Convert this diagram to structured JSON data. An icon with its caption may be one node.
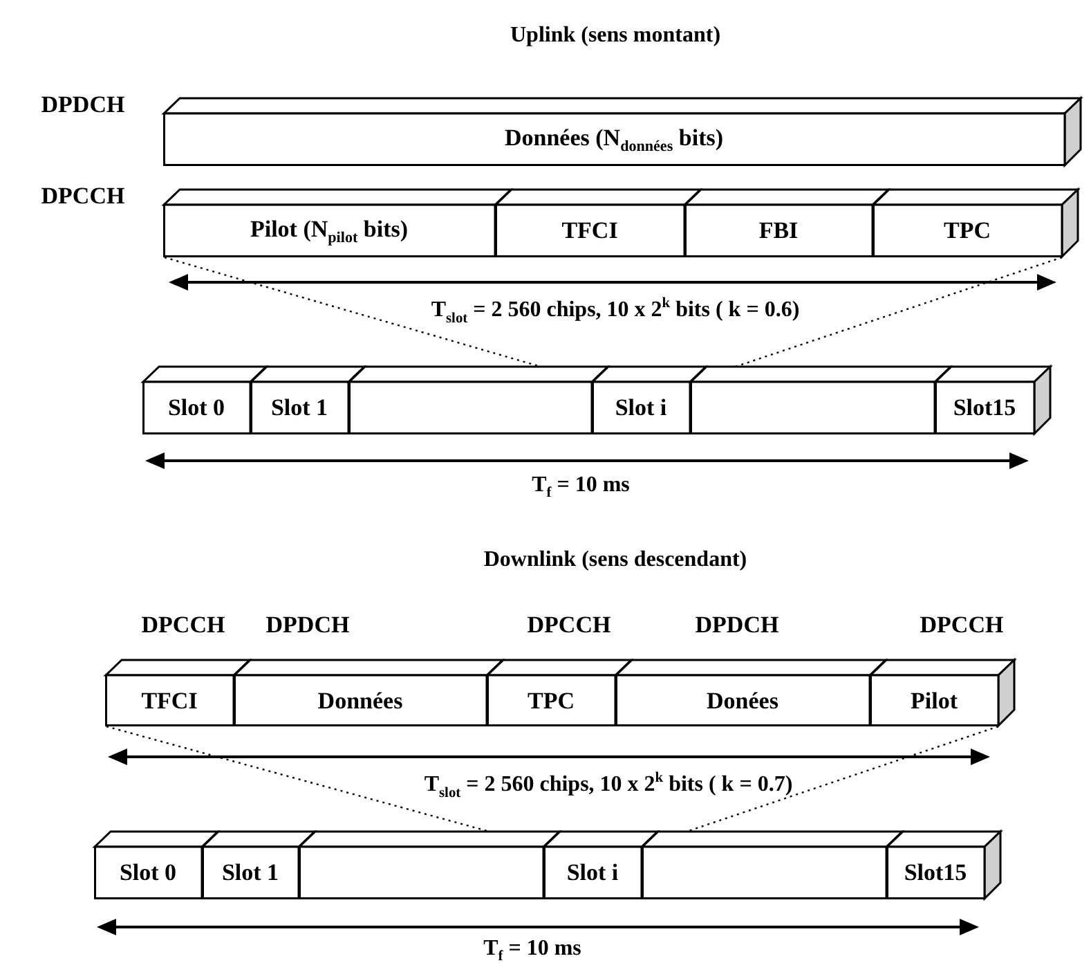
{
  "diagram": {
    "nodes": [
      {
        "text": [
          "Données (N$_{données}$ bits)"
        ]
      },
      {
        "text": [
          "Pilot (N$_{pilot}$ bits)"
        ]
      },
      {
        "text": [
          "TFCI"
        ]
      },
      {
        "text": [
          "FBI"
        ]
      },
      {
        "text": [
          "TPC"
        ]
      },
      {
        "text": [
          "Slot 0"
        ]
      },
      {
        "text": [
          "Slot 1"
        ]
      },
      {
        "text": [],
        "shape": "box"
      },
      {
        "text": [
          "Slot i"
        ]
      },
      {
        "text": [],
        "shape": "box"
      },
      {
        "text": [
          "Slot15"
        ]
      },
      {
        "text": [
          "TFCI"
        ],
        "beside": [
          "DPCCH"
        ]
      },
      {
        "text": [
          "Données"
        ],
        "beside": [
          "DPDCH"
        ]
      },
      {
        "text": [
          "TPC"
        ],
        "beside": [
          "DPCCH"
        ]
      },
      {
        "text": [
          "Donées"
        ],
        "beside": [
          "DPDCH"
        ]
      },
      {
        "text": [
          "Pilot"
        ],
        "beside": [
          "DPCCH"
        ]
      },
      {
        "text": [
          "Slot 0"
        ]
      },
      {
        "text": [
          "Slot 1"
        ]
      },
      {
        "text": [],
        "shape": "box"
      },
      {
        "text": [
          "Slot i"
        ]
      },
      {
        "text": [],
        "shape": "box"
      },
      {
        "text": [
          "Slot15"
        ]
      }
    ],
    "edges": [
      {
        "from": 1,
        "to": 8,
        "arrow": "none",
        "style": "dashed"
      },
      {
        "from": 4,
        "to": 8,
        "arrow": "none",
        "style": "dashed"
      },
      {
        "from": 11,
        "to": 19,
        "arrow": "none",
        "style": "dashed"
      },
      {
        "from": 15,
        "to": 19,
        "arrow": "none",
        "style": "dashed"
      }
    ],
    "labels": [
      "Uplink (sens montant)",
      "DPDCH",
      "DPCCH",
      "T$_{slot}$ = 2 560 chips, 10 x 2$^{k}$ bits ( k = 0.6)",
      "T$_{f}$ = 10 ms",
      "Downlink (sens descendant)",
      "T$_{slot}$ = 2 560 chips, 10 x 2$^{k}$ bits ( k = 0.7)",
      "T$_{f}$ = 10 ms"
    ]
  }
}
